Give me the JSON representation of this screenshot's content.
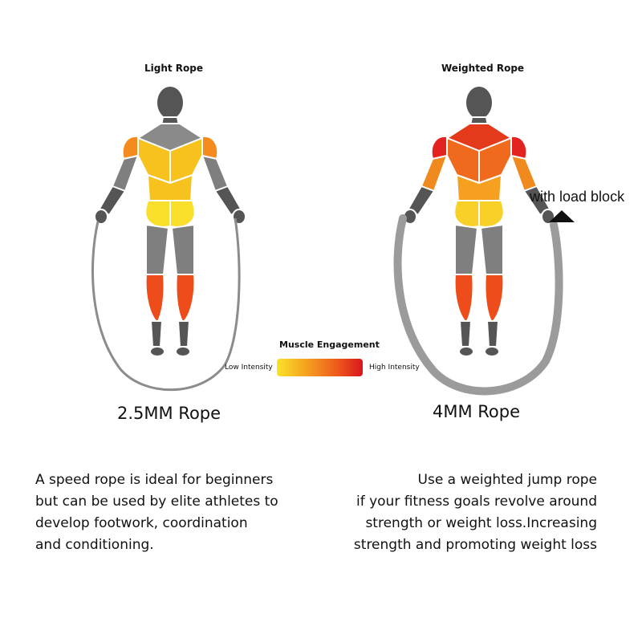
{
  "panels": {
    "light": {
      "title": "Light Rope",
      "rope_size": "2.5MM Rope",
      "engagement": {
        "shoulders": "#f58a1f",
        "traps": "#8a8a8a",
        "chest": "#f7c21e",
        "abs": "#f7c21e",
        "glutes": "#f9de2a",
        "thighs": "#7f7f7f",
        "calves": "#ee4d1b",
        "arms": "#7f7f7f"
      },
      "rope_color": "#8c8c8c"
    },
    "weighted": {
      "title": "Weighted Rope",
      "rope_size": "4MM Rope",
      "load_label": "with load block",
      "engagement": {
        "shoulders": "#e2231f",
        "traps": "#e43a1c",
        "chest": "#ef6a1d",
        "abs": "#f5a11f",
        "glutes": "#f8d028",
        "thighs": "#7f7f7f",
        "calves": "#ee4d1b",
        "arms": "#f08a1e"
      },
      "rope_color": "#9b9b9b"
    }
  },
  "legend": {
    "title": "Muscle Engagement",
    "low_label": "Low Intensity",
    "high_label": "High Intensity",
    "gradient": [
      "#f9e22a",
      "#f5a01f",
      "#ee5a1c",
      "#d9161d"
    ]
  },
  "descriptions": {
    "light": [
      "A speed rope is ideal for beginners",
      "but can be used by elite athletes to",
      "develop footwork, coordination",
      "and conditioning."
    ],
    "weighted": [
      "Use a weighted jump rope",
      "if your fitness goals revolve around",
      "strength or weight loss.Increasing",
      "strength and promoting weight loss"
    ]
  },
  "body_color": "#555555",
  "outline_color": "#ffffff"
}
